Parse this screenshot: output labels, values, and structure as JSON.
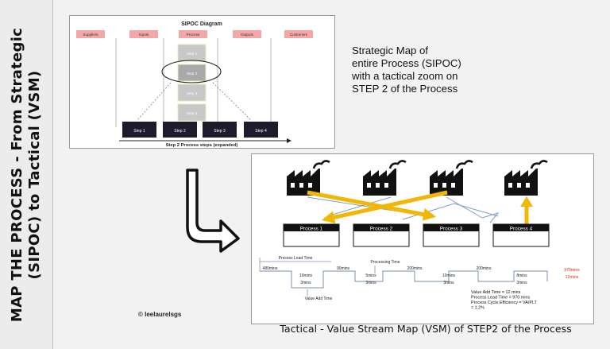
{
  "side_title": "MAP THE PROCESS - From Strategic\n(SIPOC) to Tactical (VSM)",
  "sipoc": {
    "title": "SIPOC Diagram",
    "headers": [
      "Suppliers",
      "Inputs",
      "Process",
      "Outputs",
      "Customers"
    ],
    "stacked_steps": [
      "Step 1",
      "Step 2",
      "Step 3",
      "Step 4"
    ],
    "process_steps": [
      "Step 1",
      "Step 2",
      "Step 3",
      "Step 4"
    ],
    "footer": "Step 2 Process steps (expanded)",
    "header_color": "#f4a6a8"
  },
  "note": "Strategic Map of\nentire Process (SIPOC)\nwith a tactical zoom on\nSTEP 2 of the Process",
  "vsm": {
    "processes": [
      "Process 1",
      "Process 2",
      "Process 3",
      "Process 4"
    ],
    "timeline": {
      "process_lead_time_label": "Process Lead Time",
      "processing_time_label": "Processing Time",
      "value_add_label": "Value Add Time",
      "waits": [
        "480mins",
        "90mins",
        "200mins",
        "200mins"
      ],
      "process_times_top": [
        "10mins",
        "5mins",
        "10mins",
        "8mins"
      ],
      "process_times_bottom": [
        "3mins",
        "3mins",
        "3mins",
        "3mins"
      ],
      "total_lead": "970mins",
      "total_value": "12mins"
    },
    "summary": [
      "Value Add Time = 12 mins",
      "Process Lead Time = 970 mins",
      "Process Cycle Efficiency = VA/PLT",
      "= 1.2%"
    ],
    "copyright": "© leelaurelsgs",
    "arrow_color": "#f2b705",
    "flow_color": "#7f9fc4",
    "total_color": "#d9261c"
  },
  "caption": "Tactical - Value Stream Map (VSM) of STEP2 of the Process"
}
